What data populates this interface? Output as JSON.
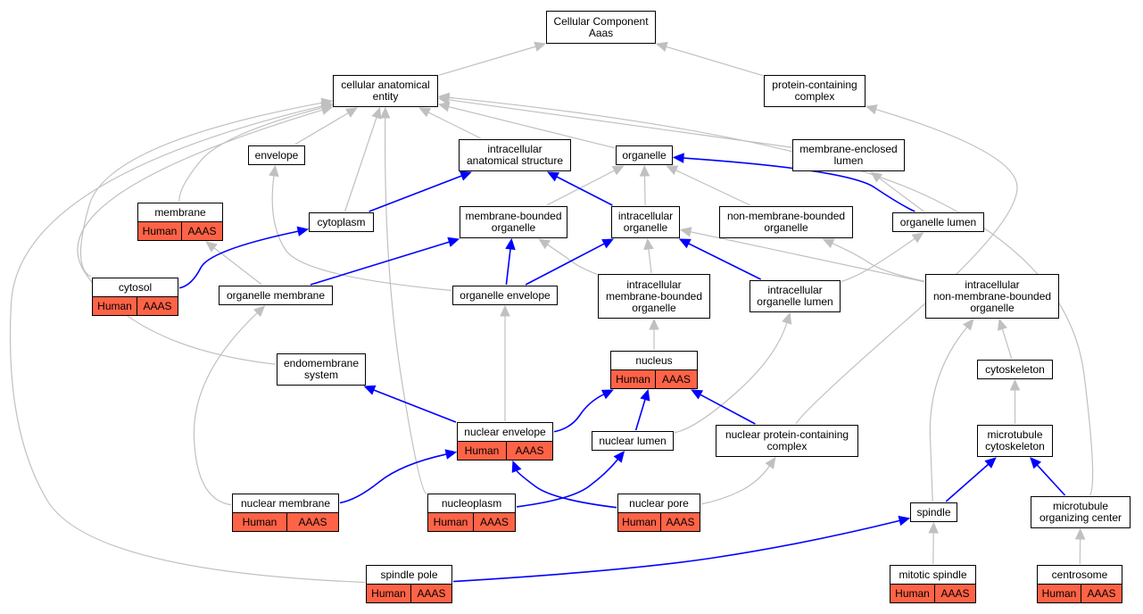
{
  "nodes": {
    "cc": {
      "label": "Cellular Component\nAaas"
    },
    "cae": {
      "label": "cellular anatomical\nentity"
    },
    "pcc": {
      "label": "protein-containing\ncomplex"
    },
    "env": {
      "label": "envelope"
    },
    "ias": {
      "label": "intracellular\nanatomical structure"
    },
    "org": {
      "label": "organelle"
    },
    "mel": {
      "label": "membrane-enclosed\nlumen"
    },
    "mem": {
      "label": "membrane",
      "annotation": {
        "organism": "Human",
        "gene": "AAAS"
      }
    },
    "cyto": {
      "label": "cytoplasm"
    },
    "mbo": {
      "label": "membrane-bounded\norganelle"
    },
    "io": {
      "label": "intracellular\norganelle"
    },
    "nmbo": {
      "label": "non-membrane-bounded\norganelle"
    },
    "olum": {
      "label": "organelle lumen"
    },
    "cytosol": {
      "label": "cytosol",
      "annotation": {
        "organism": "Human",
        "gene": "AAAS"
      }
    },
    "omem": {
      "label": "organelle membrane"
    },
    "oenv": {
      "label": "organelle envelope"
    },
    "imbo": {
      "label": "intracellular\nmembrane-bounded\norganelle"
    },
    "iol": {
      "label": "intracellular\norganelle lumen"
    },
    "inmbo": {
      "label": "intracellular\nnon-membrane-bounded\norganelle"
    },
    "endo": {
      "label": "endomembrane\nsystem"
    },
    "nuc": {
      "label": "nucleus",
      "annotation": {
        "organism": "Human",
        "gene": "AAAS"
      }
    },
    "csk": {
      "label": "cytoskeleton"
    },
    "nenv": {
      "label": "nuclear envelope",
      "annotation": {
        "organism": "Human",
        "gene": "AAAS"
      }
    },
    "nlum": {
      "label": "nuclear lumen"
    },
    "npc": {
      "label": "nuclear protein-containing\ncomplex"
    },
    "mtc": {
      "label": "microtubule\ncytoskeleton"
    },
    "nmem": {
      "label": "nuclear membrane",
      "annotation": {
        "organism": "Human",
        "gene": "AAAS"
      }
    },
    "nplasm": {
      "label": "nucleoplasm",
      "annotation": {
        "organism": "Human",
        "gene": "AAAS"
      }
    },
    "npore": {
      "label": "nuclear pore",
      "annotation": {
        "organism": "Human",
        "gene": "AAAS"
      }
    },
    "spindle": {
      "label": "spindle"
    },
    "mtoc": {
      "label": "microtubule\norganizing center"
    },
    "spole": {
      "label": "spindle pole",
      "annotation": {
        "organism": "Human",
        "gene": "AAAS"
      }
    },
    "mspindle": {
      "label": "mitotic spindle",
      "annotation": {
        "organism": "Human",
        "gene": "AAAS"
      }
    },
    "centro": {
      "label": "centrosome",
      "annotation": {
        "organism": "Human",
        "gene": "AAAS"
      }
    }
  },
  "edges": [
    {
      "from": "cae",
      "to": "cc",
      "kind": "is_a"
    },
    {
      "from": "pcc",
      "to": "cc",
      "kind": "is_a"
    },
    {
      "from": "env",
      "to": "cae",
      "kind": "is_a"
    },
    {
      "from": "ias",
      "to": "cae",
      "kind": "is_a"
    },
    {
      "from": "org",
      "to": "cae",
      "kind": "is_a"
    },
    {
      "from": "mel",
      "to": "cae",
      "kind": "is_a"
    },
    {
      "from": "mem",
      "to": "cae",
      "kind": "is_a"
    },
    {
      "from": "cyto",
      "to": "cae",
      "kind": "is_a"
    },
    {
      "from": "cytosol",
      "to": "cae",
      "kind": "is_a"
    },
    {
      "from": "endo",
      "to": "cae",
      "kind": "is_a"
    },
    {
      "from": "nplasm",
      "to": "cae",
      "kind": "is_a"
    },
    {
      "from": "spole",
      "to": "cae",
      "kind": "is_a"
    },
    {
      "from": "mtoc",
      "to": "cae",
      "kind": "is_a"
    },
    {
      "from": "npc",
      "to": "pcc",
      "kind": "is_a"
    },
    {
      "from": "oenv",
      "to": "env",
      "kind": "is_a"
    },
    {
      "from": "mbo",
      "to": "org",
      "kind": "is_a"
    },
    {
      "from": "io",
      "to": "org",
      "kind": "is_a"
    },
    {
      "from": "nmbo",
      "to": "org",
      "kind": "is_a"
    },
    {
      "from": "olum",
      "to": "mel",
      "kind": "is_a"
    },
    {
      "from": "omem",
      "to": "mem",
      "kind": "is_a"
    },
    {
      "from": "imbo",
      "to": "mbo",
      "kind": "is_a"
    },
    {
      "from": "imbo",
      "to": "io",
      "kind": "is_a"
    },
    {
      "from": "inmbo",
      "to": "io",
      "kind": "is_a"
    },
    {
      "from": "inmbo",
      "to": "nmbo",
      "kind": "is_a"
    },
    {
      "from": "iol",
      "to": "olum",
      "kind": "is_a"
    },
    {
      "from": "nmem",
      "to": "omem",
      "kind": "is_a"
    },
    {
      "from": "nenv",
      "to": "oenv",
      "kind": "is_a"
    },
    {
      "from": "nuc",
      "to": "imbo",
      "kind": "is_a"
    },
    {
      "from": "nlum",
      "to": "iol",
      "kind": "is_a"
    },
    {
      "from": "csk",
      "to": "inmbo",
      "kind": "is_a"
    },
    {
      "from": "spindle",
      "to": "inmbo",
      "kind": "is_a"
    },
    {
      "from": "mtc",
      "to": "csk",
      "kind": "is_a"
    },
    {
      "from": "npore",
      "to": "npc",
      "kind": "is_a"
    },
    {
      "from": "mspindle",
      "to": "spindle",
      "kind": "is_a"
    },
    {
      "from": "centro",
      "to": "mtoc",
      "kind": "is_a"
    },
    {
      "from": "cyto",
      "to": "ias",
      "kind": "part_of"
    },
    {
      "from": "io",
      "to": "ias",
      "kind": "part_of"
    },
    {
      "from": "olum",
      "to": "org",
      "kind": "part_of"
    },
    {
      "from": "cytosol",
      "to": "cyto",
      "kind": "part_of"
    },
    {
      "from": "omem",
      "to": "mbo",
      "kind": "part_of"
    },
    {
      "from": "oenv",
      "to": "mbo",
      "kind": "part_of"
    },
    {
      "from": "oenv",
      "to": "io",
      "kind": "part_of"
    },
    {
      "from": "iol",
      "to": "io",
      "kind": "part_of"
    },
    {
      "from": "nenv",
      "to": "endo",
      "kind": "part_of"
    },
    {
      "from": "nenv",
      "to": "nuc",
      "kind": "part_of"
    },
    {
      "from": "nlum",
      "to": "nuc",
      "kind": "part_of"
    },
    {
      "from": "npc",
      "to": "nuc",
      "kind": "part_of"
    },
    {
      "from": "nmem",
      "to": "nenv",
      "kind": "part_of"
    },
    {
      "from": "npore",
      "to": "nenv",
      "kind": "part_of"
    },
    {
      "from": "nplasm",
      "to": "nlum",
      "kind": "part_of"
    },
    {
      "from": "spindle",
      "to": "mtc",
      "kind": "part_of"
    },
    {
      "from": "mtoc",
      "to": "mtc",
      "kind": "part_of"
    },
    {
      "from": "spole",
      "to": "spindle",
      "kind": "part_of"
    }
  ],
  "colors": {
    "is_a": "#c0c0c0",
    "part_of": "#0000ff",
    "annotation": "#ff6347"
  }
}
